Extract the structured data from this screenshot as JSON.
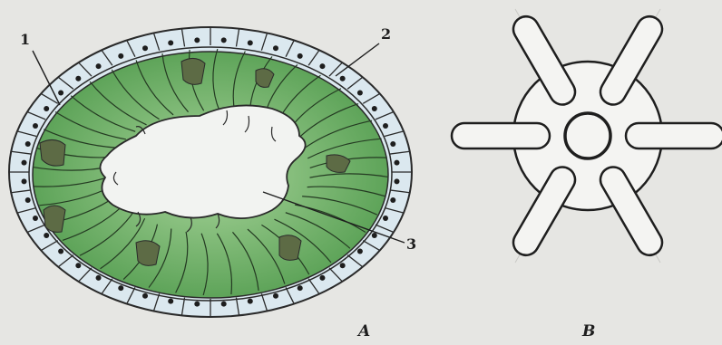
{
  "panel_a": {
    "label": "A",
    "callouts": [
      "1",
      "2",
      "3"
    ]
  },
  "panel_b": {
    "label": "B",
    "arm_count": 6
  },
  "colors": {
    "background": "#e6e6e3",
    "outer_layer": "#d9e6ee",
    "inner_layer": "#5fa85a",
    "inner_layer_light": "#8cc47e",
    "lumen": "#f2f3f1",
    "outline": "#2a2a2a"
  }
}
